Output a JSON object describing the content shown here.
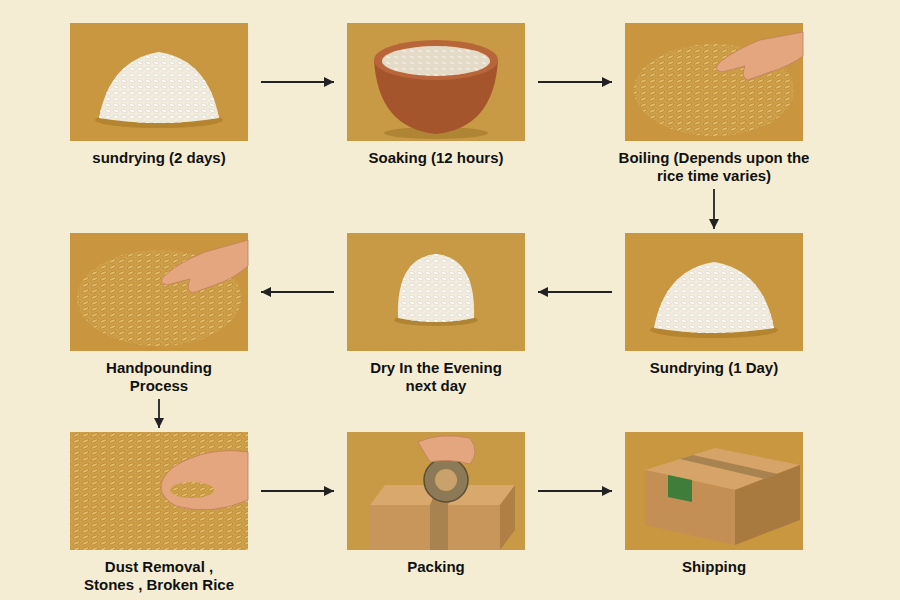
{
  "diagram": {
    "nodes": [
      {
        "text": [
          "sundrying (2 days)"
        ]
      },
      {
        "text": [
          "Soaking (12 hours)"
        ]
      },
      {
        "text": [
          "Boiling (Depends upon the rice time varies)"
        ]
      },
      {
        "text": [
          "Sundrying (1 Day)"
        ]
      },
      {
        "text": [
          "Dry In the Evening next day"
        ]
      },
      {
        "text": [
          "Handpounding Process"
        ]
      },
      {
        "text": [
          "Dust Removal , Stones , Broken Rice"
        ]
      },
      {
        "text": [
          "Packing"
        ]
      },
      {
        "text": [
          "Shipping"
        ]
      }
    ],
    "edges": [
      {
        "from": 0,
        "to": 1,
        "arrow": "to"
      },
      {
        "from": 1,
        "to": 2,
        "arrow": "to"
      },
      {
        "from": 2,
        "to": 3,
        "arrow": "to"
      },
      {
        "from": 3,
        "to": 4,
        "arrow": "to"
      },
      {
        "from": 4,
        "to": 5,
        "arrow": "to"
      },
      {
        "from": 5,
        "to": 6,
        "arrow": "to"
      },
      {
        "from": 6,
        "to": 7,
        "arrow": "to"
      },
      {
        "from": 7,
        "to": 8,
        "arrow": "to"
      }
    ]
  }
}
